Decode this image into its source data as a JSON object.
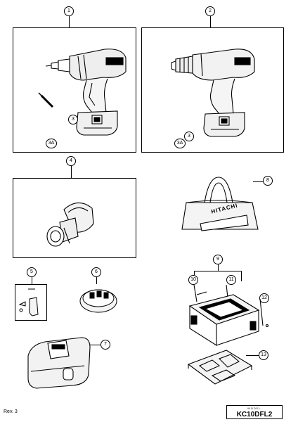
{
  "callouts": {
    "c1": "1",
    "c2": "2",
    "c3a": "3",
    "c3b": "3",
    "c3A_a": "3A",
    "c3A_b": "3A",
    "c4": "4",
    "c5": "5",
    "c6": "6",
    "c7": "7",
    "c8": "8",
    "c9": "9",
    "c10": "10",
    "c11": "11",
    "c12": "12",
    "c13": "13"
  },
  "brand_on_bag": "HITACHI",
  "footer": {
    "revision": "Rev. 3",
    "model_caption": "MODEL",
    "model": "KC10DFL2"
  }
}
